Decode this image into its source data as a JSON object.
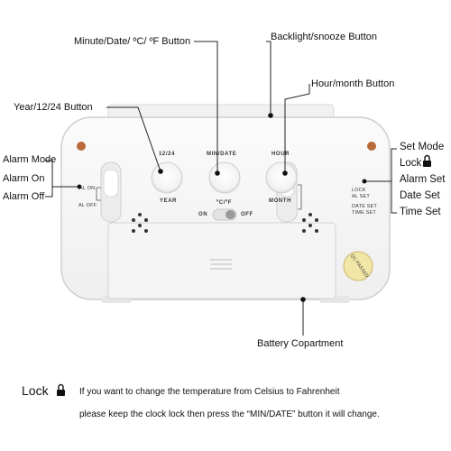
{
  "callouts": {
    "minute_date": "Minute/Date/ ºC/ ºF Button",
    "backlight": "Backlight/snooze Button",
    "hour_month": "Hour/month Button",
    "year_1224": "Year/12/24 Button",
    "alarm_mode": "Alarm Mode",
    "alarm_on": "Alarm On",
    "alarm_off": "Alarm Off",
    "set_mode": "Set Mode",
    "lock": "Lock",
    "alarm_set": "Alarm Set",
    "date_set": "Date Set",
    "time_set": "Time Set",
    "battery": "Battery Copartment"
  },
  "device": {
    "btn_1224": "12/24",
    "btn_year": "YEAR",
    "btn_mindate": "MIN/DATE",
    "btn_hour": "HOUR",
    "btn_month": "MONTH",
    "temp_label": "ºC/ºF",
    "switch_on": "ON",
    "switch_off": "OFF",
    "al_on": "AL ON",
    "al_off": "AL OFF",
    "lock_small": "LOCK",
    "al_set_small": "AL SET",
    "date_set_small": "DATE SET",
    "time_set_small": "TIME SET",
    "qc_sticker": "QC PASSED"
  },
  "note": {
    "title": "Lock",
    "line1": "If you want to change the temperature from Celsius to Fahrenheit",
    "line2": "please keep the clock lock then press the “MIN/DATE” button it will change."
  },
  "colors": {
    "body": "#f7f7f7",
    "outline": "#cfcfcf",
    "hole": "#b96a3a",
    "line": "#222222"
  }
}
